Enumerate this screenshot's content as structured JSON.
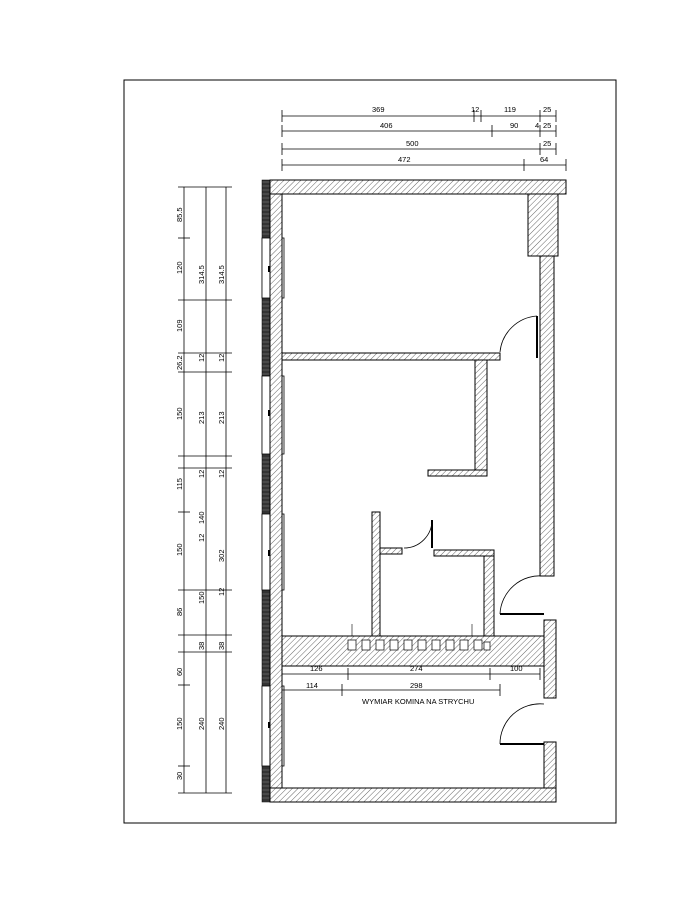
{
  "top_dims": {
    "row1": [
      "369",
      "12",
      "119",
      "25"
    ],
    "row2": [
      "406",
      "90",
      "4",
      "25"
    ],
    "row3": [
      "500",
      "25"
    ],
    "row4": [
      "472",
      "64"
    ]
  },
  "left_dims": {
    "col1": [
      "85.5",
      "120",
      "109",
      "26.2",
      "150",
      "115",
      "150",
      "86",
      "60",
      "150",
      "30"
    ],
    "col2": [
      "314.5",
      "12",
      "213",
      "12",
      "140",
      "12",
      "302",
      "150",
      "38",
      "240"
    ],
    "col3": [
      "314.5",
      "12",
      "213",
      "12",
      "12",
      "38",
      "240"
    ]
  },
  "chimney_dims": [
    "126",
    "274",
    "100",
    "114",
    "298"
  ],
  "chimney_label": "WYMIAR KOMINA NA STRYCHU",
  "colors": {
    "line": "#000000",
    "background": "#ffffff",
    "hatch": "#000000"
  }
}
